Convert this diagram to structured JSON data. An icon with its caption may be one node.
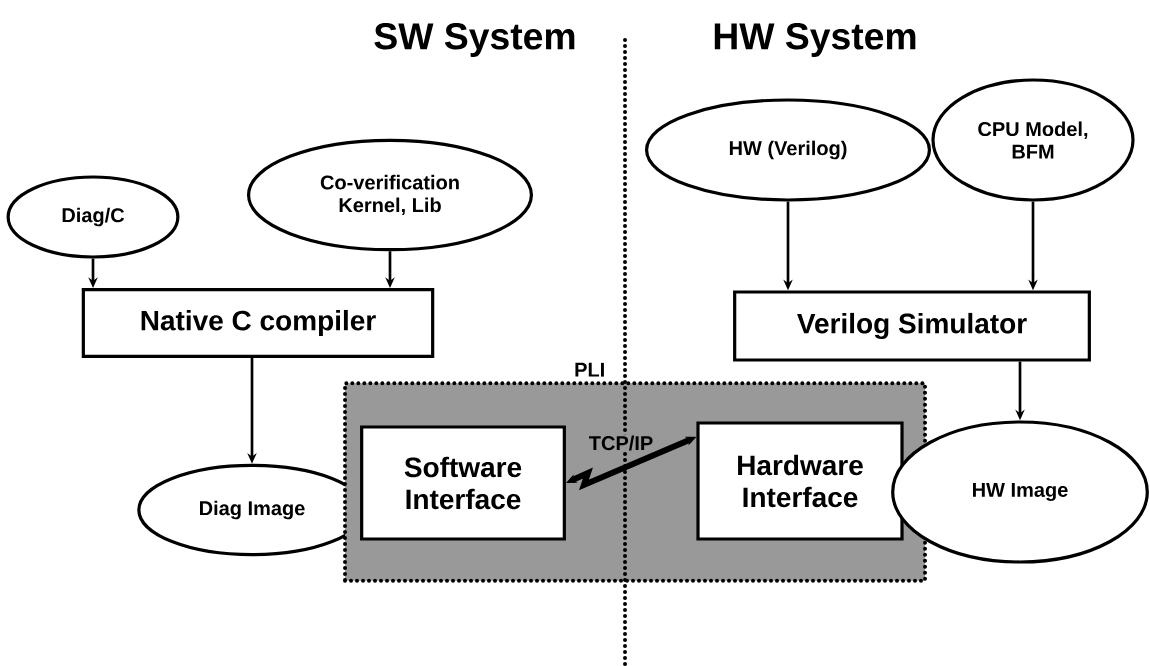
{
  "diagram": {
    "nodes": [
      {
        "text": [
          "Diag/C"
        ]
      },
      {
        "text": [
          "Co-verification Kernel, Lib"
        ]
      },
      {
        "text": [
          "Native C compiler"
        ]
      },
      {
        "text": [
          "Diag Image"
        ]
      },
      {
        "text": [
          "PLI"
        ]
      },
      {
        "text": [
          "Software Interface"
        ],
        "in": 4
      },
      {
        "text": [
          "Hardware Interface"
        ],
        "in": 4
      },
      {
        "text": [
          "HW (Verilog)"
        ]
      },
      {
        "text": [
          "CPU Model, BFM"
        ]
      },
      {
        "text": [
          "Verilog Simulator"
        ]
      },
      {
        "text": [
          "HW Image"
        ]
      }
    ],
    "edges": [
      {
        "from": 0,
        "to": 2,
        "arrow": "to"
      },
      {
        "from": 1,
        "to": 2,
        "arrow": "to"
      },
      {
        "from": 2,
        "to": 3,
        "arrow": "to"
      },
      {
        "from": 5,
        "to": 6,
        "arrow": "both",
        "label": "TCP/IP",
        "style": "thick"
      },
      {
        "from": 7,
        "to": 9,
        "arrow": "to"
      },
      {
        "from": 8,
        "to": 9,
        "arrow": "to"
      },
      {
        "from": 9,
        "to": 10,
        "arrow": "to"
      }
    ],
    "labels": [
      "SW System",
      "HW System"
    ]
  }
}
